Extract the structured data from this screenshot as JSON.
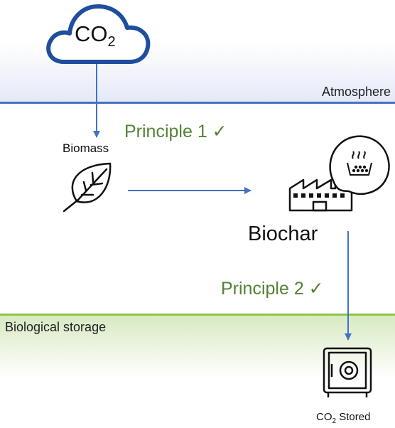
{
  "cloud": {
    "text": "CO",
    "subscript": "2"
  },
  "atmosphere": {
    "label": "Atmosphere",
    "color": "#4472c4"
  },
  "biological_storage": {
    "label": "Biological storage",
    "color": "#8fc53f"
  },
  "principle1": {
    "label": "Principle 1 ✓",
    "color": "#548235"
  },
  "principle2": {
    "label": "Principle 2 ✓",
    "color": "#548235"
  },
  "biomass": {
    "label": "Biomass",
    "icon": "leaf-icon"
  },
  "biochar": {
    "label": "Biochar",
    "icon": "factory-icon",
    "bubble_icon": "biochar-pot-icon"
  },
  "stored": {
    "prefix": "CO",
    "subscript": "2",
    "suffix": " Stored",
    "icon": "safe-icon"
  },
  "arrow_color": "#4472c4"
}
